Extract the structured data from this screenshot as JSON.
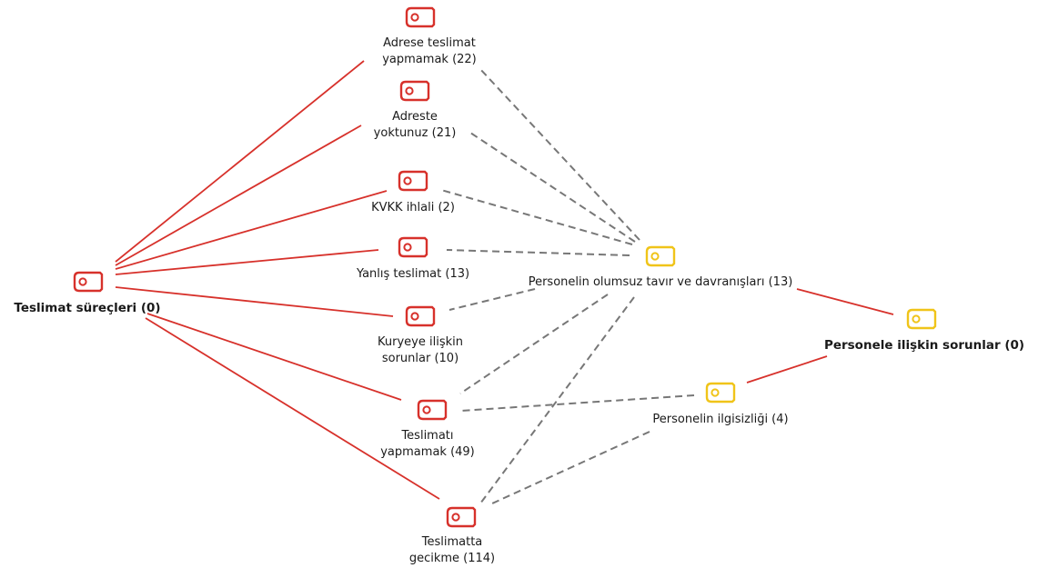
{
  "colors": {
    "red": "#d7312b",
    "yellow": "#f0c419",
    "dashed": "#777777",
    "label": "#1a1a1a"
  },
  "node_icon": "tag-icon",
  "nodes": [
    {
      "id": "adrese-teslimat",
      "label_lines": [
        "Adrese teslimat",
        "yapmamak (22)"
      ],
      "color": "red",
      "bold": false
    },
    {
      "id": "adreste-yoktunuz",
      "label_lines": [
        "Adreste",
        "yoktunuz (21)"
      ],
      "color": "red",
      "bold": false
    },
    {
      "id": "kvkk-ihlali",
      "label_lines": [
        "KVKK ihlali (2)"
      ],
      "color": "red",
      "bold": false
    },
    {
      "id": "yanlis-teslimat",
      "label_lines": [
        "Yanlış teslimat (13)"
      ],
      "color": "red",
      "bold": false
    },
    {
      "id": "kuryeye-iliskin",
      "label_lines": [
        "Kuryeye ilişkin",
        "sorunlar (10)"
      ],
      "color": "red",
      "bold": false
    },
    {
      "id": "teslimati-yapmamak",
      "label_lines": [
        "Teslimatı",
        "yapmamak (49)"
      ],
      "color": "red",
      "bold": false
    },
    {
      "id": "teslimatta-gecikme",
      "label_lines": [
        "Teslimatta",
        "gecikme (114)"
      ],
      "color": "red",
      "bold": false
    },
    {
      "id": "teslimat-surecleri",
      "label_lines": [
        "Teslimat süreçleri (0)"
      ],
      "color": "red",
      "bold": true
    },
    {
      "id": "personelin-olumsuz",
      "label_lines": [
        "Personelin olumsuz tavır ve davranışları (13)"
      ],
      "color": "yellow",
      "bold": false
    },
    {
      "id": "personelin-ilgisizligi",
      "label_lines": [
        "Personelin ilgisizliği (4)"
      ],
      "color": "yellow",
      "bold": false
    },
    {
      "id": "personele-iliskin",
      "label_lines": [
        "Personele ilişkin sorunlar (0)"
      ],
      "color": "yellow",
      "bold": true
    }
  ],
  "edges": [
    {
      "from": "teslimat-surecleri",
      "to": "adrese-teslimat",
      "style": "solid"
    },
    {
      "from": "teslimat-surecleri",
      "to": "adreste-yoktunuz",
      "style": "solid"
    },
    {
      "from": "teslimat-surecleri",
      "to": "kvkk-ihlali",
      "style": "solid"
    },
    {
      "from": "teslimat-surecleri",
      "to": "yanlis-teslimat",
      "style": "solid"
    },
    {
      "from": "teslimat-surecleri",
      "to": "kuryeye-iliskin",
      "style": "solid"
    },
    {
      "from": "teslimat-surecleri",
      "to": "teslimati-yapmamak",
      "style": "solid"
    },
    {
      "from": "teslimat-surecleri",
      "to": "teslimatta-gecikme",
      "style": "solid"
    },
    {
      "from": "personele-iliskin",
      "to": "personelin-olumsuz",
      "style": "solid"
    },
    {
      "from": "personele-iliskin",
      "to": "personelin-ilgisizligi",
      "style": "solid"
    },
    {
      "from": "personelin-olumsuz",
      "to": "adrese-teslimat",
      "style": "dashed"
    },
    {
      "from": "personelin-olumsuz",
      "to": "adreste-yoktunuz",
      "style": "dashed"
    },
    {
      "from": "personelin-olumsuz",
      "to": "kvkk-ihlali",
      "style": "dashed"
    },
    {
      "from": "personelin-olumsuz",
      "to": "yanlis-teslimat",
      "style": "dashed"
    },
    {
      "from": "personelin-olumsuz",
      "to": "kuryeye-iliskin",
      "style": "dashed"
    },
    {
      "from": "personelin-olumsuz",
      "to": "teslimati-yapmamak",
      "style": "dashed"
    },
    {
      "from": "personelin-olumsuz",
      "to": "teslimatta-gecikme",
      "style": "dashed"
    },
    {
      "from": "personelin-ilgisizligi",
      "to": "teslimati-yapmamak",
      "style": "dashed"
    },
    {
      "from": "personelin-ilgisizligi",
      "to": "teslimatta-gecikme",
      "style": "dashed"
    }
  ]
}
